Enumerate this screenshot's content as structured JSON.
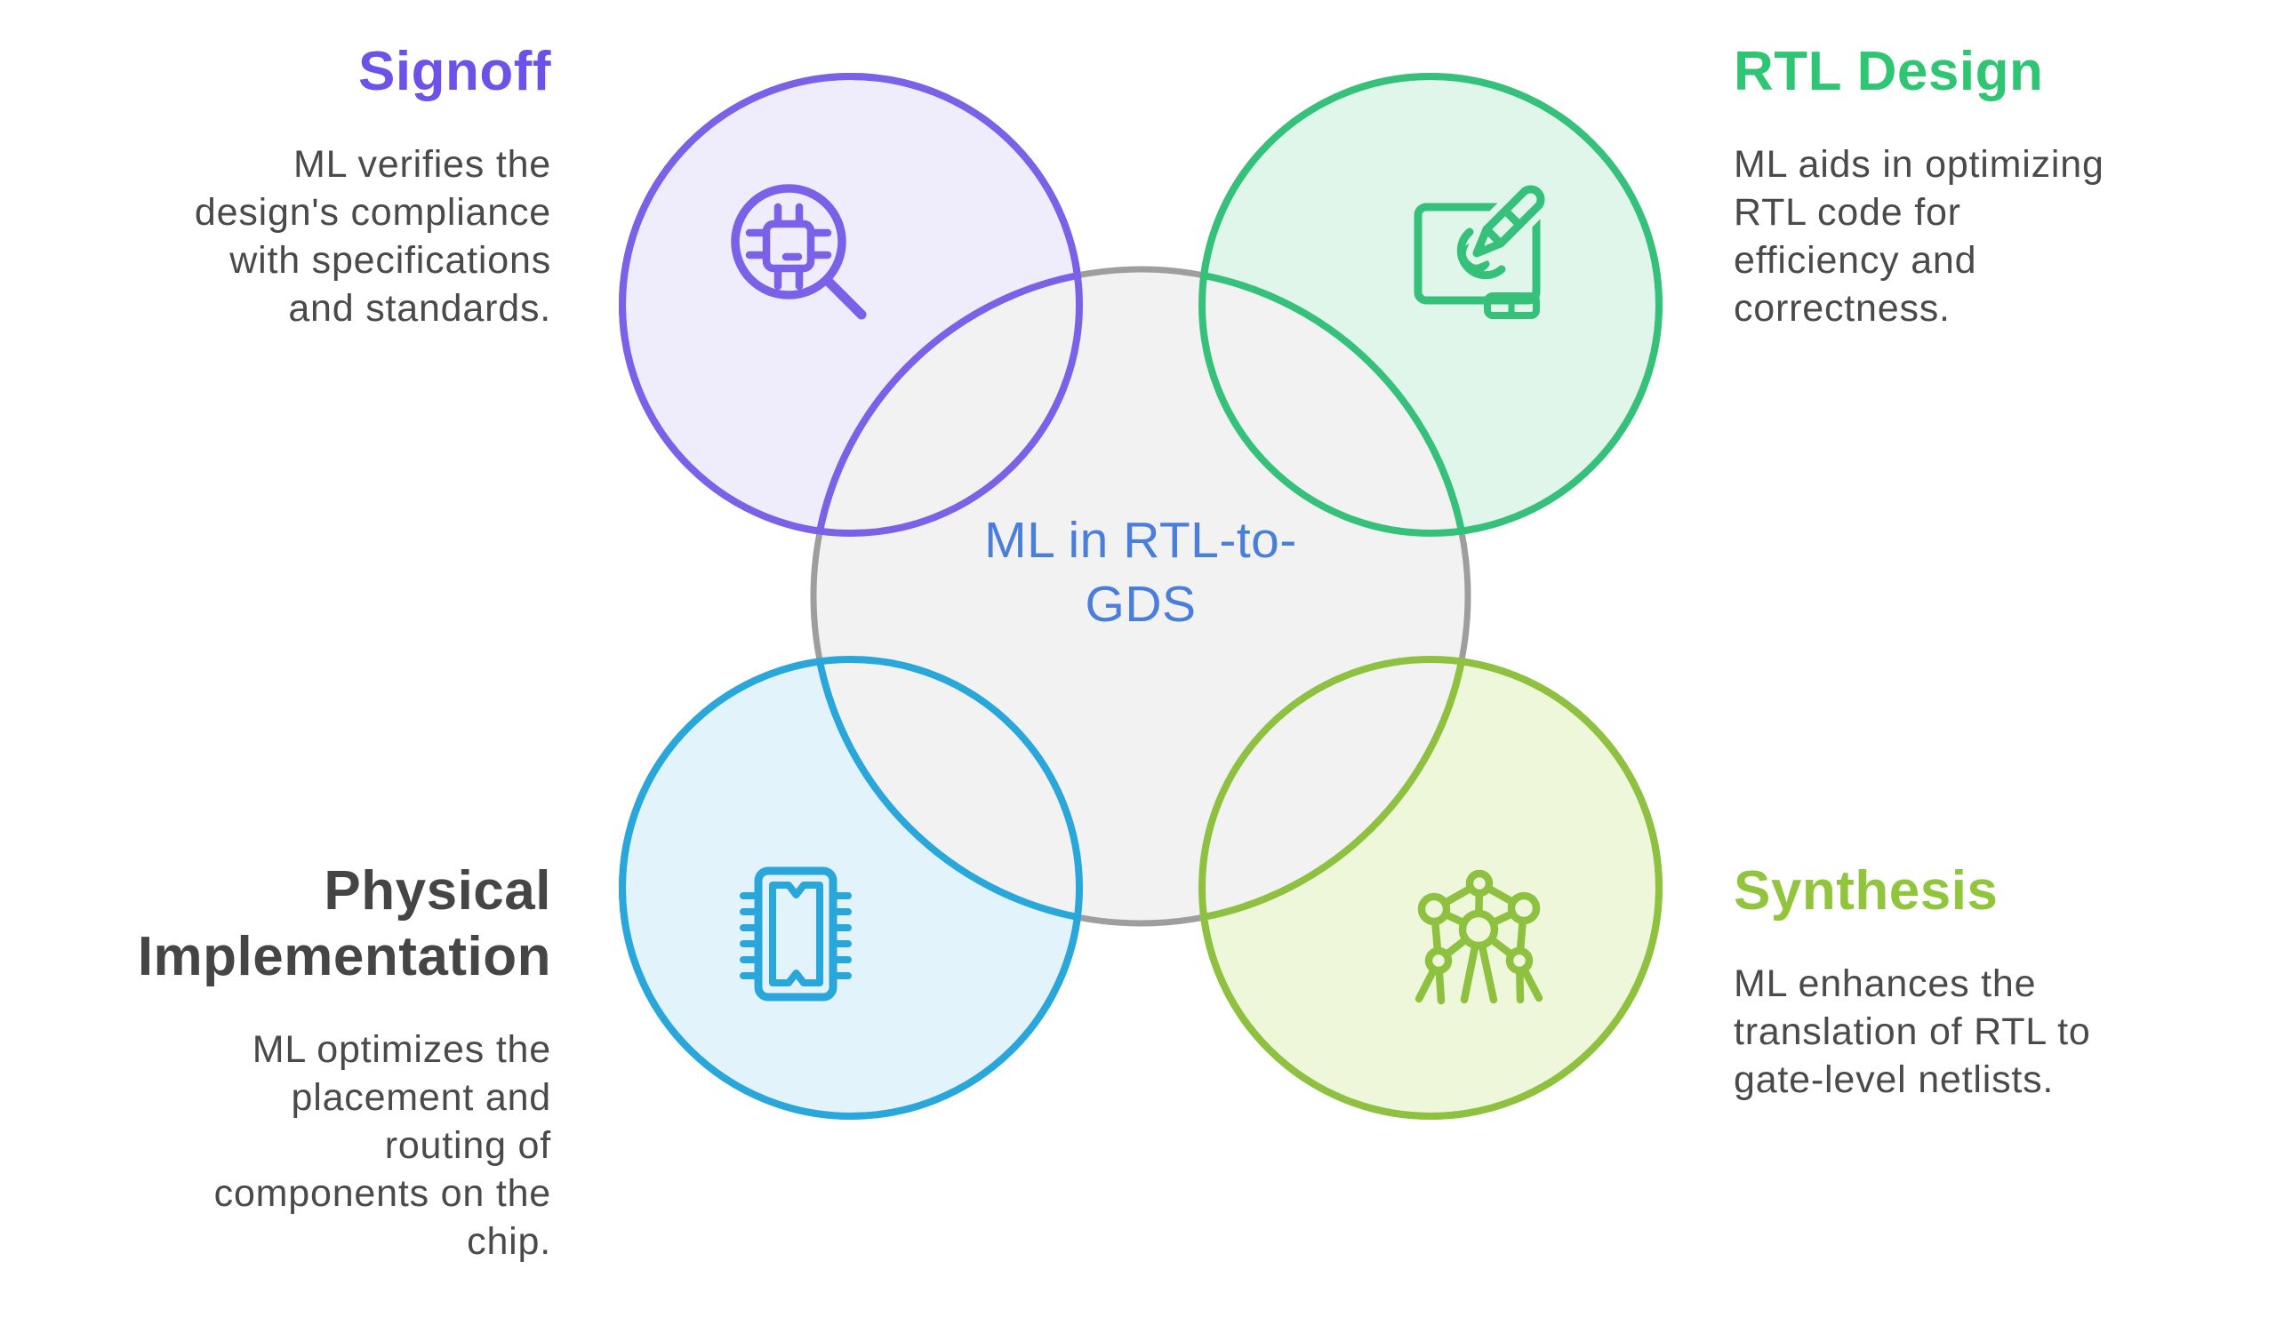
{
  "diagram": {
    "center": {
      "label": "ML in RTL-to-\nGDS",
      "label_color": "#4a7edb",
      "circle_fill": "#f2f2f2",
      "circle_stroke": "#9e9e9e"
    },
    "body_text_color": "#4a4a4a",
    "quadrants": [
      {
        "id": "signoff",
        "position": "top-left",
        "title": "Signoff",
        "title_color": "#6c52e9",
        "body": "ML verifies the\ndesign's compliance\nwith specifications\nand standards.",
        "circle_stroke": "#7b61e8",
        "circle_fill": "#efecfc",
        "icon": "magnifier-chip-icon"
      },
      {
        "id": "rtl-design",
        "position": "top-right",
        "title": "RTL Design",
        "title_color": "#2ec573",
        "body": "ML aids in optimizing\nRTL code for\nefficiency and\ncorrectness.",
        "circle_stroke": "#36c17b",
        "circle_fill": "#e1f6eb",
        "icon": "tablet-pencil-icon"
      },
      {
        "id": "physical-implementation",
        "position": "bottom-left",
        "title": "Physical\nImplementation",
        "title_color": "#454545",
        "body": "ML optimizes the\nplacement and\nrouting of\ncomponents on the\nchip.",
        "circle_stroke": "#29a7db",
        "circle_fill": "#e2f3fb",
        "icon": "ic-chip-icon"
      },
      {
        "id": "synthesis",
        "position": "bottom-right",
        "title": "Synthesis",
        "title_color": "#90c53c",
        "body": "ML enhances the\ntranslation of RTL to\ngate-level netlists.",
        "circle_stroke": "#8ec13f",
        "circle_fill": "#eff7db",
        "icon": "atom-network-icon"
      }
    ]
  }
}
